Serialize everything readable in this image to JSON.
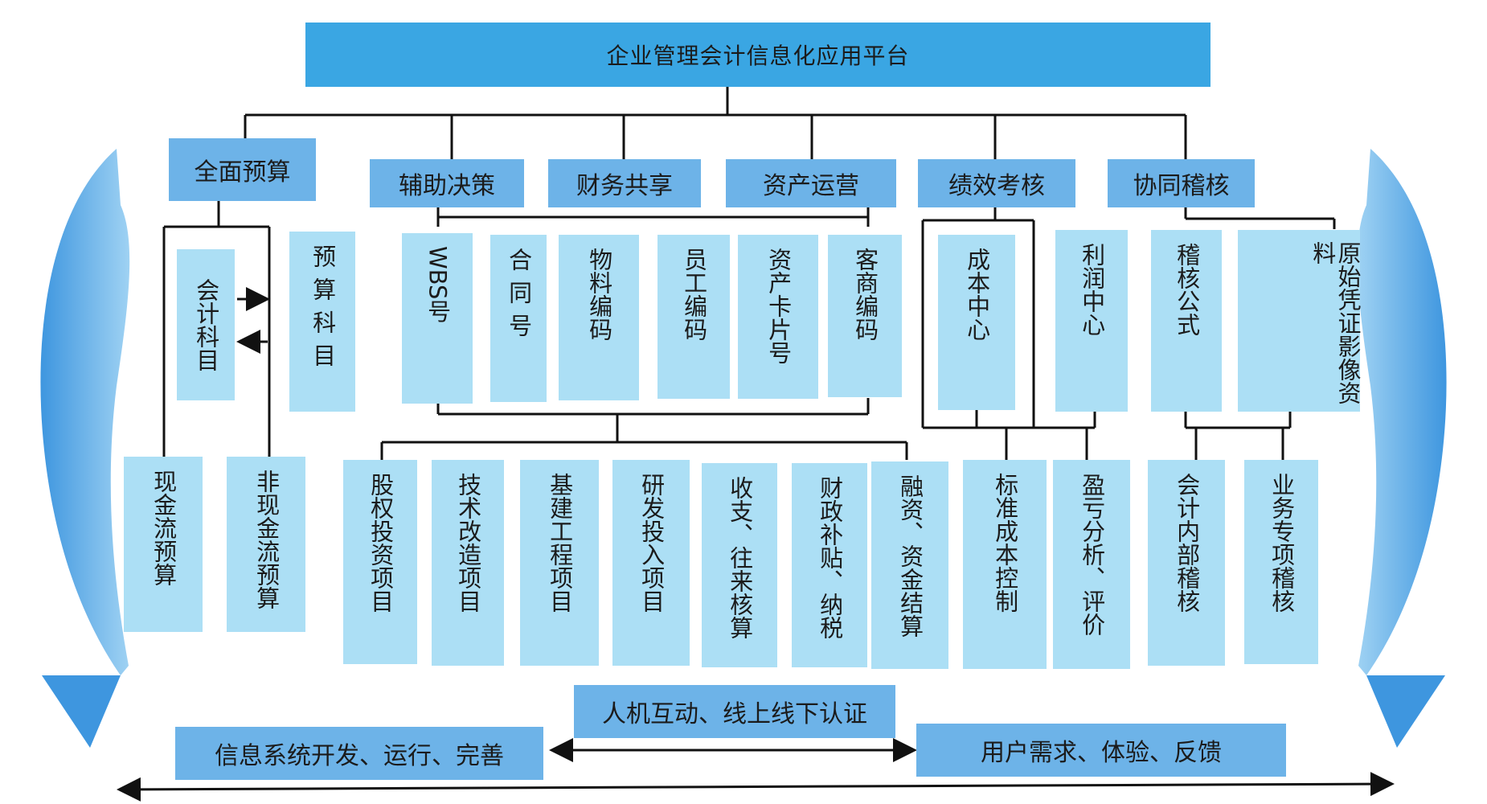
{
  "title": "企业管理会计信息化应用平台",
  "modules": [
    {
      "id": "budget",
      "label": "全面预算"
    },
    {
      "id": "decision",
      "label": "辅助决策"
    },
    {
      "id": "finance",
      "label": "财务共享"
    },
    {
      "id": "asset",
      "label": "资产运营"
    },
    {
      "id": "perf",
      "label": "绩效考核"
    },
    {
      "id": "audit",
      "label": "协同稽核"
    }
  ],
  "budget_items": {
    "accounting_subject": "会计科目",
    "budget_subject": "预算科目",
    "cash_budget": "现金流预算",
    "noncash_budget": "非现金流预算"
  },
  "master_data": [
    "WBS号",
    "合同号",
    "物料编码",
    "员工编码",
    "资产卡片号",
    "客商编码"
  ],
  "projects": [
    "股权投资项目",
    "技术改造项目",
    "基建工程项目",
    "研发投入项目",
    "收支、往来核算",
    "财政补贴、纳税",
    "融资、资金结算"
  ],
  "performance": {
    "cost_center": "成本中心",
    "profit_center": "利润中心",
    "standard_cost": "标准成本控制",
    "profit_analysis": "盈亏分析、评价"
  },
  "audit": {
    "formula": "稽核公式",
    "voucher_image": "原始凭证影像资料",
    "internal_audit": "会计内部稽核",
    "special_audit": "业务专项稽核"
  },
  "bottom": {
    "interaction": "人机互动、线上线下认证",
    "system_dev": "信息系统开发、运行、完善",
    "user_feedback": "用户需求、体验、反馈"
  }
}
